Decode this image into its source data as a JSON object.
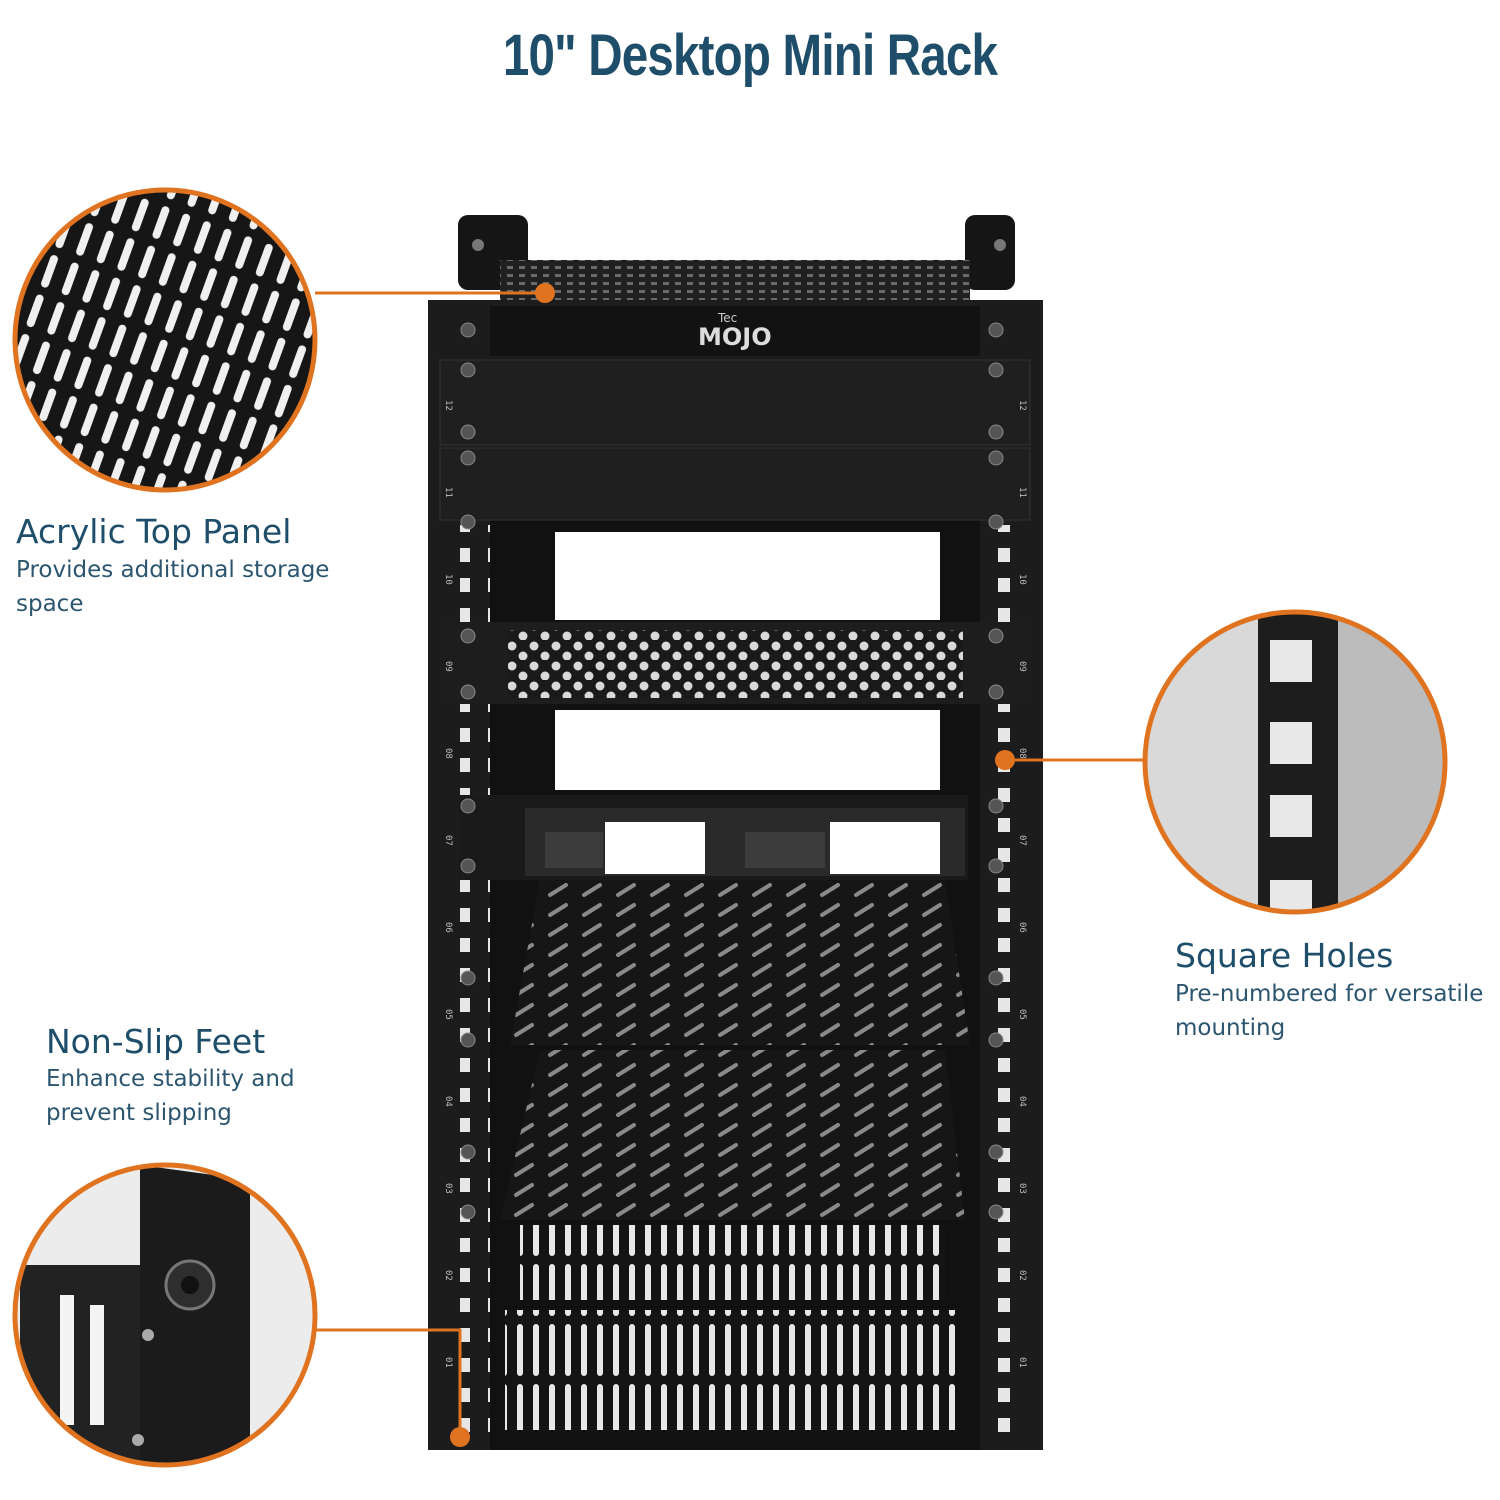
{
  "title": "10\" Desktop Mini Rack",
  "brand": {
    "small": "Tec",
    "large": "MOJO"
  },
  "features": {
    "top_panel": {
      "title": "Acrylic Top Panel",
      "desc_line1": "Provides additional storage",
      "desc_line2": "space"
    },
    "feet": {
      "title": "Non-Slip Feet",
      "desc_line1": "Enhance stability and",
      "desc_line2": "prevent slipping"
    },
    "holes": {
      "title": "Square Holes",
      "desc_line1": "Pre-numbered for versatile",
      "desc_line2": "mounting"
    }
  },
  "rail_numbers": [
    "12",
    "11",
    "10",
    "09",
    "08",
    "07",
    "06",
    "05",
    "04",
    "03",
    "02",
    "01"
  ],
  "colors": {
    "accent": "#e0731f",
    "heading": "#1f4e6b",
    "rack": "#1c1c1c"
  }
}
